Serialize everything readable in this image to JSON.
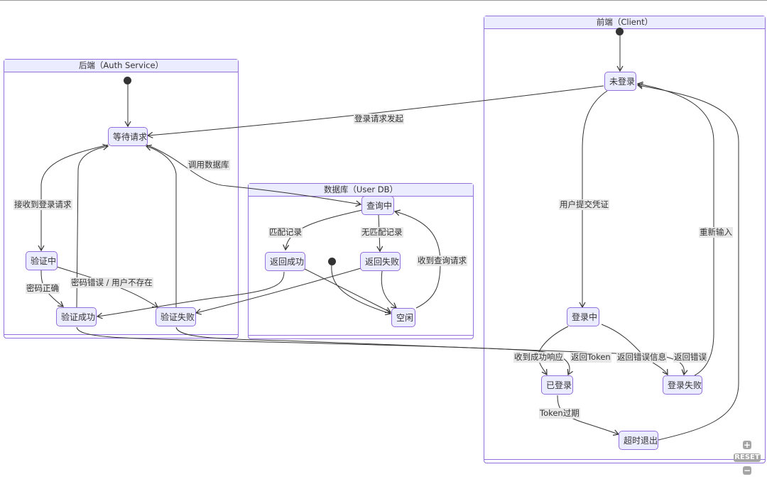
{
  "clusters": {
    "backend": "后端（Auth Service）",
    "database": "数据库（User DB）",
    "frontend": "前端（Client）"
  },
  "nodes": {
    "waiting": "等待请求",
    "verifying": "验证中",
    "verify_success": "验证成功",
    "verify_fail": "验证失败",
    "querying": "查询中",
    "return_success": "返回成功",
    "return_fail": "返回失败",
    "idle": "空闲",
    "not_logged_in": "未登录",
    "logging_in": "登录中",
    "logged_in": "已登录",
    "login_failed": "登录失败",
    "timeout_logout": "超时退出"
  },
  "edge_labels": {
    "login_request": "登录请求发起",
    "call_db": "调用数据库",
    "receive_request": "接收到登录请求",
    "password_correct": "密码正确",
    "password_wrong": "密码错误 / 用户不存在",
    "match_record": "匹配记录",
    "no_match_record": "无匹配记录",
    "receive_query": "收到查询请求",
    "submit_credentials": "用户提交凭证",
    "reenter": "重新输入",
    "success_response": "收到成功响应",
    "return_token": "返回Token",
    "return_error_info": "返回错误信息",
    "return_error": "返回错误",
    "token_expired": "Token过期"
  },
  "controls": {
    "zoom_in": "+",
    "reset": "RESET",
    "zoom_out": "−"
  },
  "colors": {
    "node_fill": "#ececff",
    "node_border": "#9370db",
    "edge": "#333333",
    "label_bg": "#e8e8e8"
  }
}
